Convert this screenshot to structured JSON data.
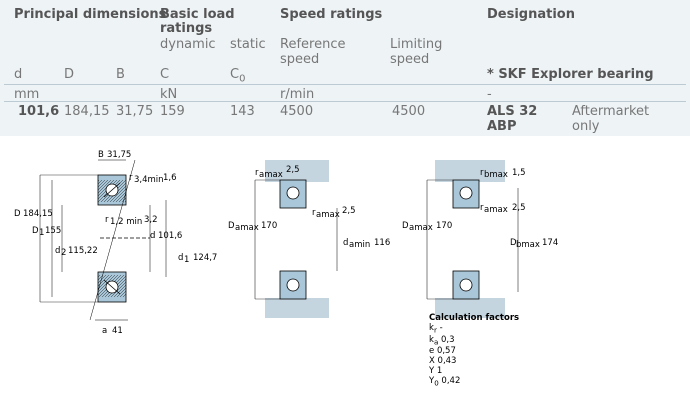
{
  "headers": {
    "principal": "Principal dimensions",
    "basic_load_1": "Basic load",
    "basic_load_2": "ratings",
    "speed": "Speed ratings",
    "designation": "Designation"
  },
  "subheaders": {
    "dynamic": "dynamic",
    "static": "static",
    "reference_1": "Reference",
    "reference_2": "speed",
    "limiting_1": "Limiting",
    "limiting_2": "speed"
  },
  "symbols": {
    "d": "d",
    "D": "D",
    "B": "B",
    "C": "C",
    "C0": "C",
    "C0_sub": "0",
    "skf": "* SKF Explorer bearing"
  },
  "units": {
    "mm": "mm",
    "kN": "kN",
    "rpm": "r/min",
    "dash": "-"
  },
  "row": {
    "d": "101,6",
    "D": "184,15",
    "B": "31,75",
    "C": "159",
    "C0": "143",
    "ref_speed": "4500",
    "lim_speed": "4500",
    "designation_1": "ALS 32",
    "designation_2": "ABP",
    "note_1": "Aftermarket",
    "note_2": "only"
  },
  "diagram1": {
    "B_label": "B",
    "B_val": "31,75",
    "r34_label": "r",
    "r34_sub": "3,4min",
    "r34_val": "1,6",
    "r12_label": "r",
    "r12_sub": "1,2 min",
    "r12_val": "3,2",
    "D_label": "D",
    "D_val": "184,15",
    "D1_label": "D",
    "D1_sub": "1",
    "D1_val": "155",
    "d_label": "d",
    "d_val": "101,6",
    "d2_label": "d",
    "d2_sub": "2",
    "d2_val": "115,22",
    "d1_label": "d",
    "d1_sub": "1",
    "d1_val": "124,7",
    "a_label": "a",
    "a_val": "41"
  },
  "diagram2": {
    "ra_label": "r",
    "ra_sub": "amax",
    "ra_val": "2,5",
    "ra2_val": "2,5",
    "Da_label": "D",
    "Da_sub": "amax",
    "Da_val": "170",
    "da_label": "d",
    "da_sub": "amin",
    "da_val": "116"
  },
  "diagram3": {
    "rb_label": "r",
    "rb_sub": "bmax",
    "rb_val": "1,5",
    "ra_label": "r",
    "ra_sub": "amax",
    "ra_val": "2,5",
    "Da_label": "D",
    "Da_sub": "amax",
    "Da_val": "170",
    "Db_label": "D",
    "Db_sub": "bmax",
    "Db_val": "174"
  },
  "calc": {
    "title": "Calculation factors",
    "kr_label": "k",
    "kr_sub": "r",
    "kr_val": "-",
    "ka_label": "k",
    "ka_sub": "a",
    "ka_val": "0,3",
    "e_label": "e",
    "e_val": "0,57",
    "X_label": "X",
    "X_val": "0,43",
    "Y_label": "Y",
    "Y_val": "1",
    "Y0_label": "Y",
    "Y0_sub": "0",
    "Y0_val": "0,42"
  },
  "colors": {
    "background": "#eef3f6",
    "bearing_fill": "#a9c7d9",
    "housing_fill": "#c5d5e0",
    "rule": "#bccad3"
  }
}
